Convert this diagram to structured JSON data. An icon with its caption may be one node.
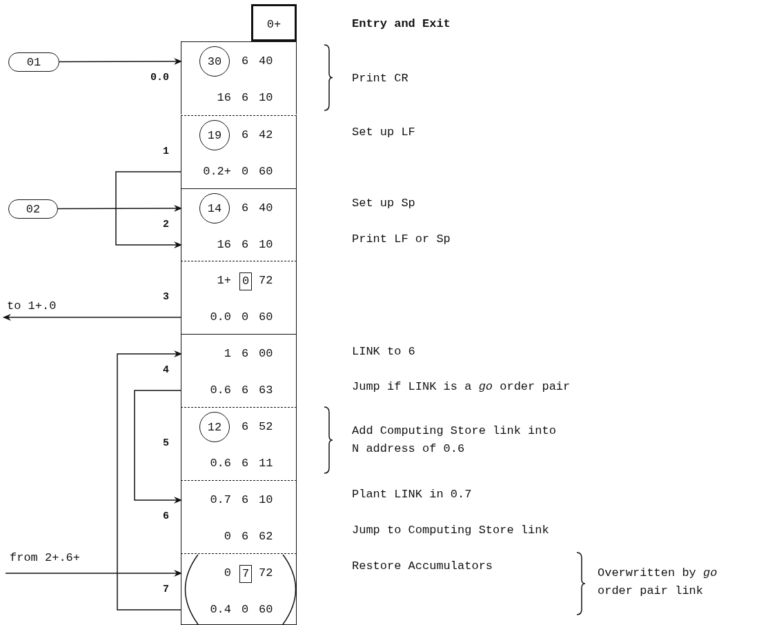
{
  "diagram": {
    "nodes": [
      {
        "text": [
          "0+"
        ]
      },
      {
        "text": [
          "01"
        ]
      },
      {
        "text": [],
        "shape": "box",
        "beside": [
          "0.0"
        ]
      },
      {
        "text": [
          "30",
          "6",
          "40"
        ],
        "in": 2
      },
      {
        "text": [
          "16",
          "6",
          "10"
        ],
        "in": 2
      },
      {
        "text": [],
        "shape": "box",
        "beside": [
          "1"
        ]
      },
      {
        "text": [
          "19",
          "6",
          "42"
        ],
        "in": 5
      },
      {
        "text": [
          "0.2+",
          "0",
          "60"
        ],
        "in": 5
      },
      {
        "text": [
          "02"
        ]
      },
      {
        "text": [],
        "shape": "box",
        "beside": [
          "2"
        ]
      },
      {
        "text": [
          "14",
          "6",
          "40"
        ],
        "in": 9
      },
      {
        "text": [
          "16",
          "6",
          "10"
        ],
        "in": 9
      },
      {
        "text": [],
        "shape": "box",
        "beside": [
          "3"
        ]
      },
      {
        "text": [
          "1+",
          "0",
          "72"
        ],
        "in": 12
      },
      {
        "text": [
          "0.0",
          "0",
          "60"
        ],
        "in": 12
      },
      {
        "text": [],
        "shape": "box",
        "beside": [
          "4"
        ]
      },
      {
        "text": [
          "1",
          "6",
          "00"
        ],
        "in": 15
      },
      {
        "text": [
          "0.6",
          "6",
          "63"
        ],
        "in": 15
      },
      {
        "text": [],
        "shape": "box",
        "beside": [
          "5"
        ]
      },
      {
        "text": [
          "12",
          "6",
          "52"
        ],
        "in": 18
      },
      {
        "text": [
          "0.6",
          "6",
          "11"
        ],
        "in": 18
      },
      {
        "text": [],
        "shape": "box",
        "beside": [
          "6"
        ]
      },
      {
        "text": [
          "0.7",
          "6",
          "10"
        ],
        "in": 21
      },
      {
        "text": [
          "0",
          "6",
          "62"
        ],
        "in": 21
      },
      {
        "text": [],
        "shape": "box",
        "beside": [
          "7"
        ]
      },
      {
        "text": [
          "0",
          "7",
          "72"
        ],
        "in": 24
      },
      {
        "text": [
          "0.4",
          "0",
          "60"
        ],
        "in": 24
      }
    ],
    "edges": [
      {
        "from": 1,
        "to": 3,
        "arrow": "to"
      },
      {
        "from": 7,
        "to": 11,
        "arrow": "to"
      },
      {
        "from": 8,
        "to": 10,
        "arrow": "to"
      },
      {
        "from": 14,
        "to": null,
        "arrow": "to",
        "label": "to 1+.0"
      },
      {
        "from": 26,
        "to": 16,
        "arrow": "to"
      },
      {
        "from": 17,
        "to": 22,
        "arrow": "to"
      },
      {
        "from": null,
        "to": 25,
        "arrow": "to",
        "label": "from 2+.6+"
      }
    ],
    "labels": [
      "Entry and Exit",
      "Print CR",
      "Set up LF",
      "Set up Sp",
      "Print LF or Sp",
      "LINK to 6",
      "Jump if LINK is a *go* order pair",
      "Add Computing Store link into N address of 0.6",
      "Plant LINK in 0.7",
      "Jump to Computing Store link",
      "Restore Accumulators",
      "Overwritten by *go* order pair link"
    ]
  }
}
